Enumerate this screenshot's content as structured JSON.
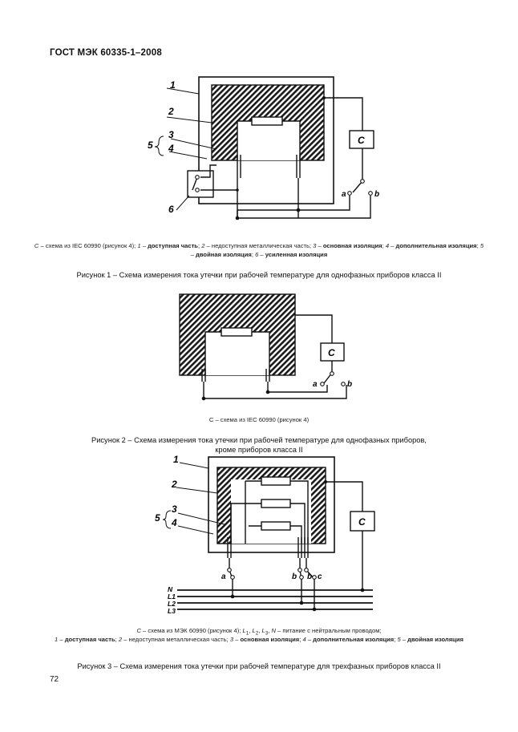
{
  "header": {
    "title": "ГОСТ МЭК 60335-1–2008"
  },
  "fig1": {
    "labels": [
      "1",
      "2",
      "3",
      "4",
      "5",
      "6"
    ],
    "meter": "C",
    "sw_a": "a",
    "sw_b": "b",
    "legend": {
      "p1": "C",
      "p2": " – схема из IEC 60990 (рисунок 4); ",
      "p3": "1",
      "p4": " – ",
      "p5": "доступная часть",
      "p6": "; ",
      "p7": "2",
      "p8": " – недоступная металлическая часть; ",
      "p9": "3",
      "p10": " – ",
      "p11": "основная изоляция",
      "p12": "; ",
      "p13": "4",
      "p14": " – ",
      "p15": "дополнительная изоляция",
      "p16": "; ",
      "p17": "5",
      "p18": " – ",
      "p19": "двойная изоляция",
      "p20": "; ",
      "p21": "6",
      "p22": " – ",
      "p23": "усиленная изоляция"
    },
    "caption": "Рисунок 1 – Схема измерения тока утечки при рабочей температуре для однофазных приборов класса II"
  },
  "fig2": {
    "meter": "C",
    "sw_a": "a",
    "sw_b": "b",
    "legend": "С – схема из IEC 60990 (рисунок 4)",
    "caption_l1": "Рисунок 2 – Схема измерения тока утечки при рабочей температуре для однофазных приборов,",
    "caption_l2": "кроме приборов класса II"
  },
  "fig3": {
    "labels": [
      "1",
      "2",
      "3",
      "4",
      "5"
    ],
    "meter": "C",
    "sw_a": "a",
    "sw_b1": "b",
    "sw_b2": "b",
    "sw_c": "c",
    "phases": [
      "N",
      "L1",
      "L2",
      "L3"
    ],
    "legend1": {
      "p1": "C",
      "p2": " – схема из МЭК 60990 (рисунок 4); ",
      "p3": "L",
      "p4": "1",
      "p5": ", ",
      "p6": "L",
      "p7": "2",
      "p8": ", ",
      "p9": "L",
      "p10": "3",
      "p11": ", ",
      "p12": "N",
      "p13": " – питание с нейтральным проводом;"
    },
    "legend2": {
      "p1": "1",
      "p2": " – ",
      "p3": "доступная часть",
      "p4": "; ",
      "p5": "2",
      "p6": " – недоступная металлическая часть; ",
      "p7": "3",
      "p8": " – ",
      "p9": "основная изоляция",
      "p10": "; ",
      "p11": "4",
      "p12": " – ",
      "p13": "дополнительная изоляция",
      "p14": "; ",
      "p15": "5",
      "p16": " – ",
      "p17": "двойная изоляция"
    },
    "caption": "Рисунок 3 – Схема измерения тока утечки при рабочей температуре для трехфазных приборов класса II"
  },
  "footer": {
    "page": "72"
  }
}
